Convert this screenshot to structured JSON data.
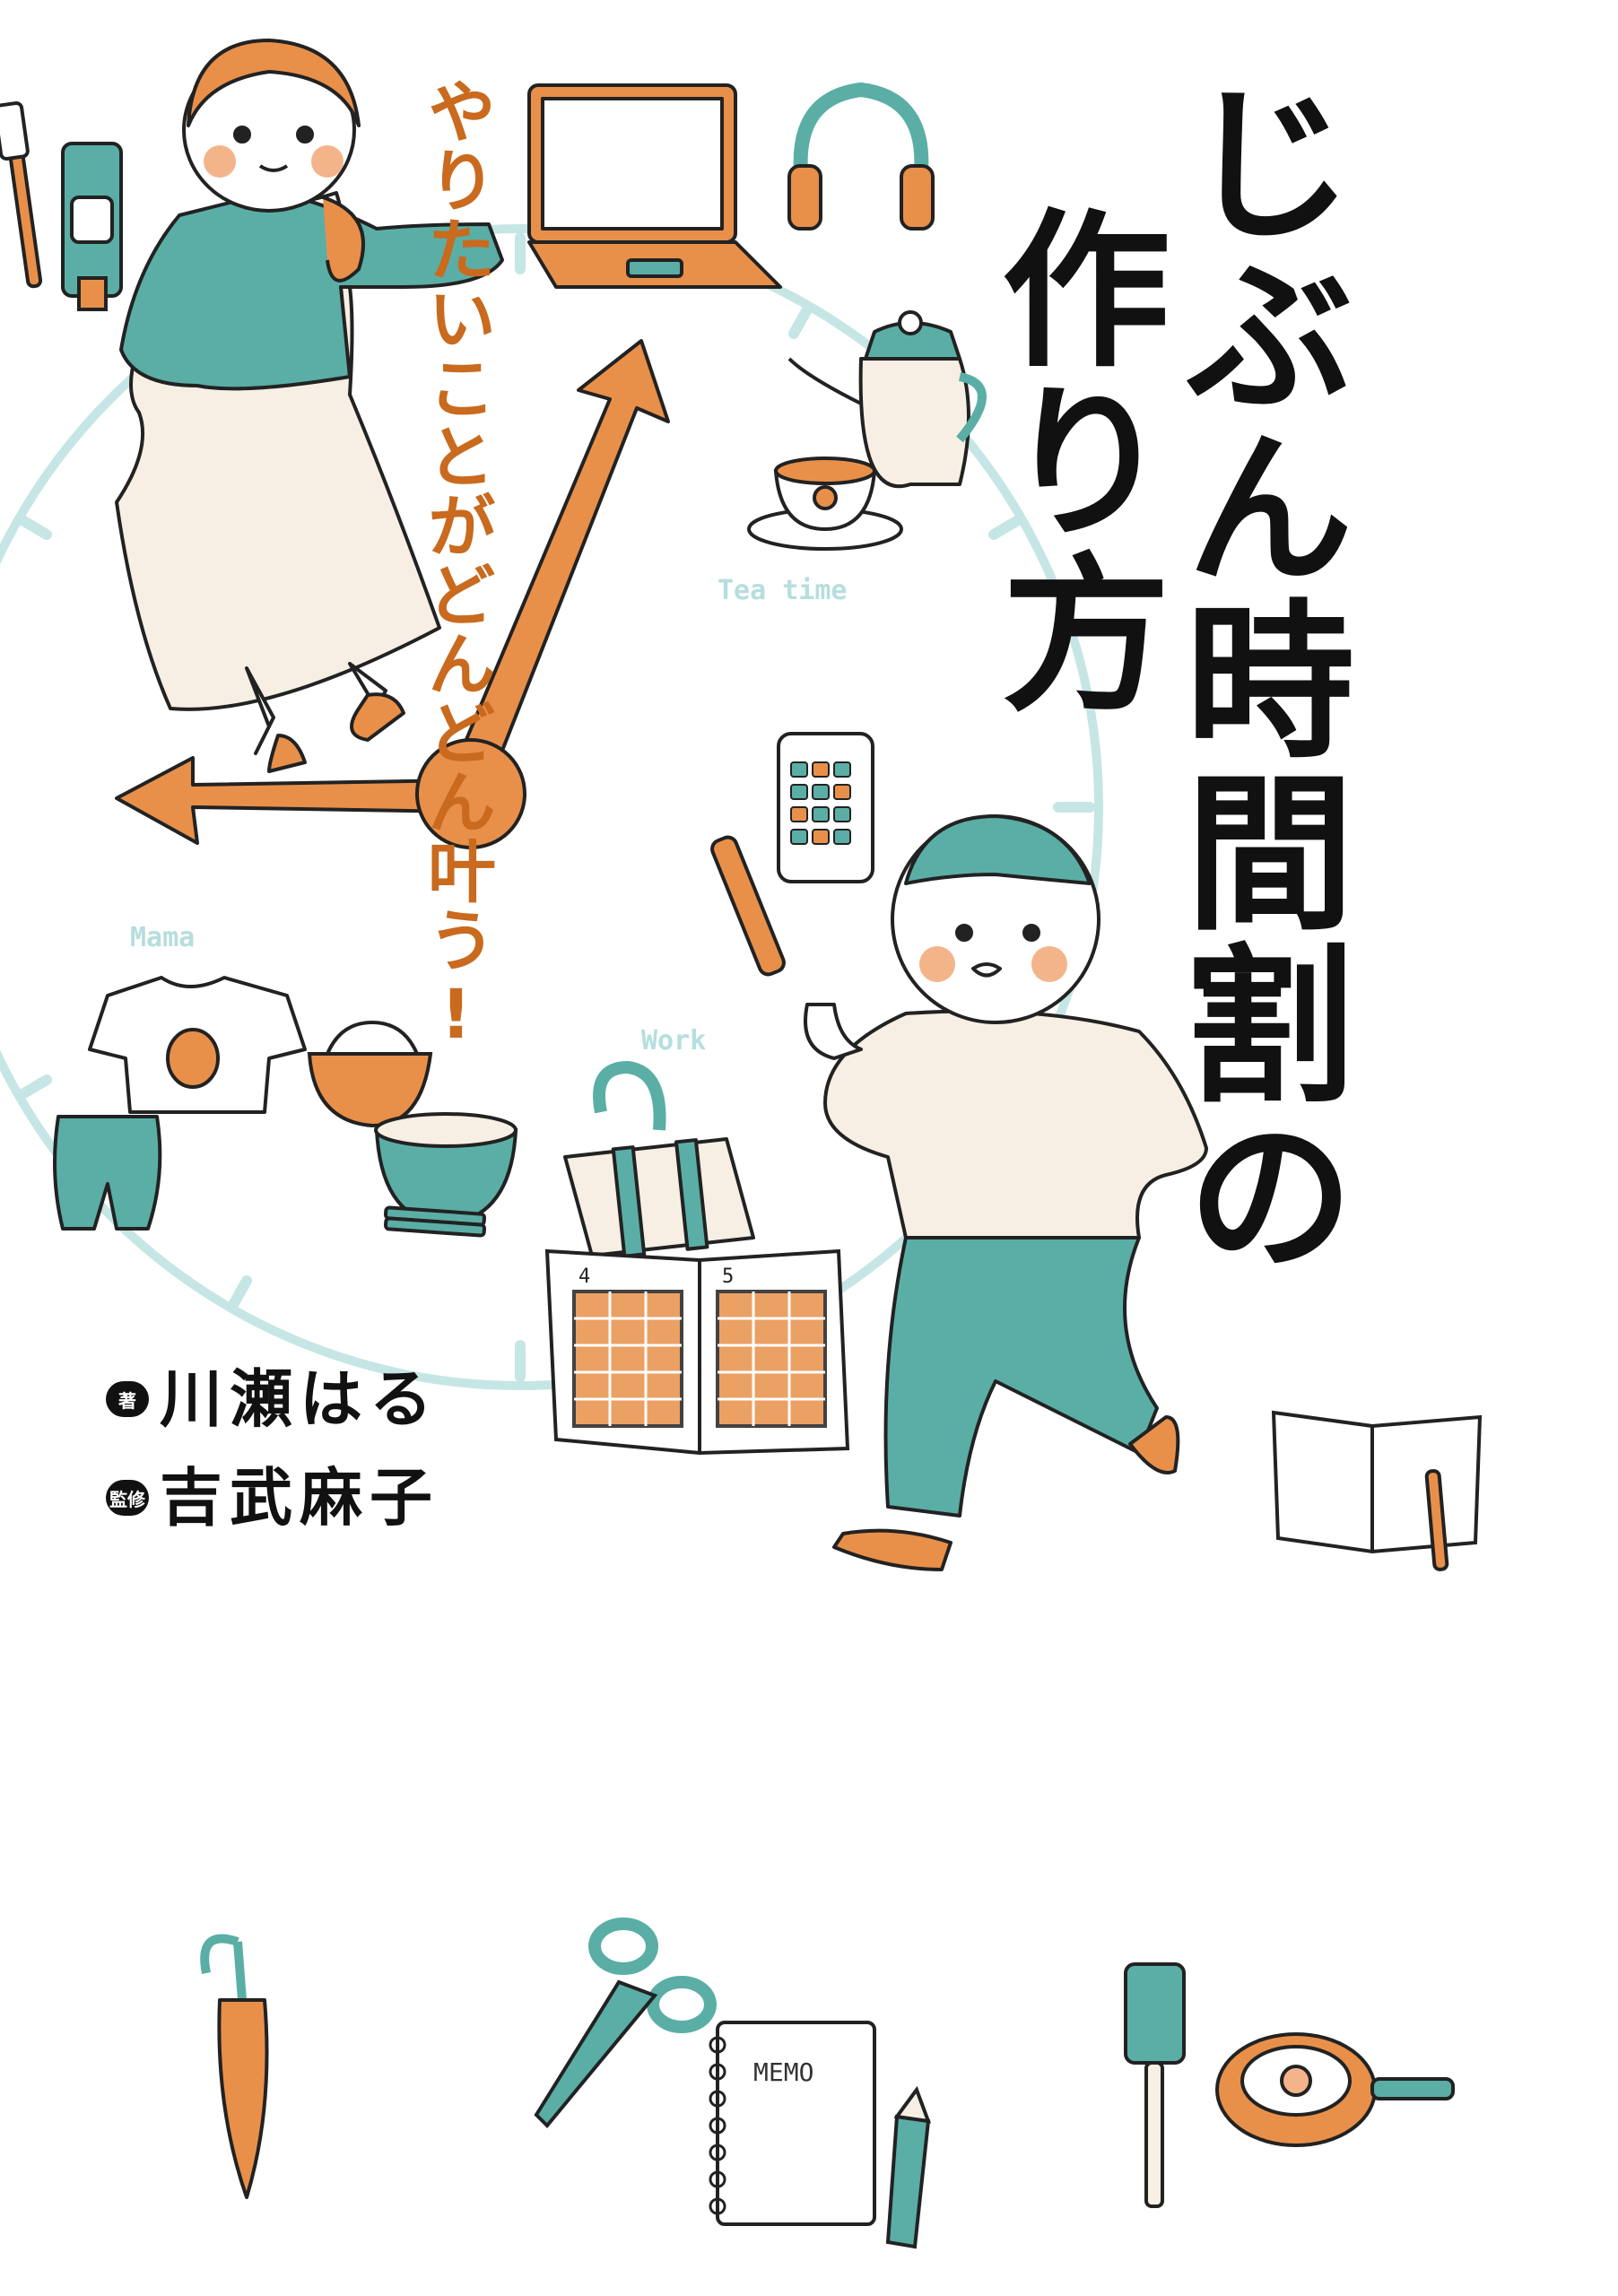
{
  "subtitle": "やりたいことがどんどん叶う!",
  "title_line1": "じぶん時間割の",
  "title_line2": "作り方",
  "credits": {
    "author_role": "著",
    "author_name": "川瀬はる",
    "supervisor_role": "監修",
    "supervisor_name": "吉武麻子"
  },
  "clock_labels": {
    "tea": "Tea time",
    "mama": "Mama",
    "work": "Work"
  },
  "notebook_pages": [
    "4",
    "5"
  ],
  "memo_text": "MEMO",
  "colors": {
    "teal": "#5aaea6",
    "orange": "#e8904a",
    "cream": "#f7efe3",
    "clock": "#c5e6e4"
  }
}
